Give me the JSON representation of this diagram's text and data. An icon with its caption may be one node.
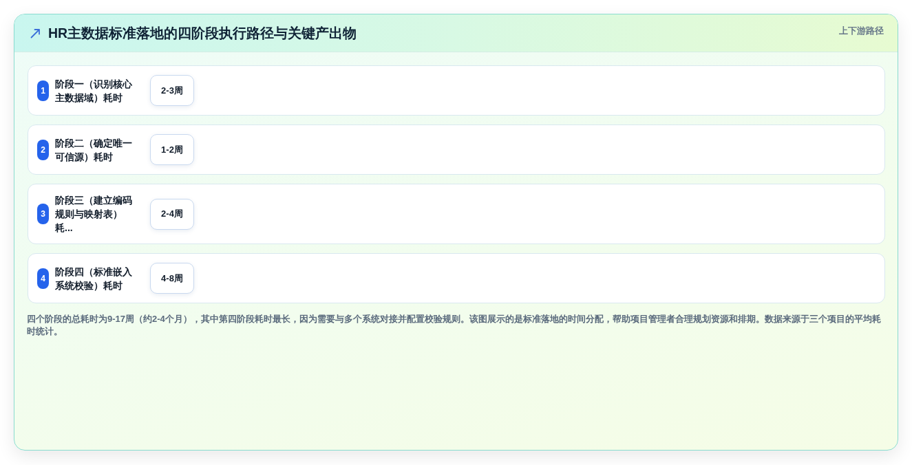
{
  "diagram": {
    "title": "HR主数据标准落地的四阶段执行路径与关键产出物",
    "caption": "四个阶段的总耗时为9-17周（约2-4个月），其中第四阶段耗时最长，因为需要与多个系统对接并配置校验规则。该图展示的是标准落地的时间分配，帮助项目管理者合理规划资源和排期。数据来源于三个项目的平均耗时统计。",
    "nodes": [
      {
        "text": [
          "阶段一（识别核心主数据域）耗时"
        ]
      },
      {
        "text": [
          "1"
        ],
        "in": 0
      },
      {
        "text": [
          "2-3周"
        ],
        "in": 0
      },
      {
        "text": [
          "阶段二（确定唯一可信源）耗时"
        ]
      },
      {
        "text": [
          "2"
        ],
        "in": 3
      },
      {
        "text": [
          "1-2周"
        ],
        "in": 3
      },
      {
        "text": [
          "阶段三（建立编码规则与映射表）耗..."
        ]
      },
      {
        "text": [
          "3"
        ],
        "in": 6
      },
      {
        "text": [
          "2-4周"
        ],
        "in": 6
      },
      {
        "text": [
          "阶段四（标准嵌入系统校验）耗时"
        ]
      },
      {
        "text": [
          "4"
        ],
        "in": 9
      },
      {
        "text": [
          "4-8周"
        ],
        "in": 9
      }
    ],
    "labels": [
      "上下游路径"
    ]
  }
}
